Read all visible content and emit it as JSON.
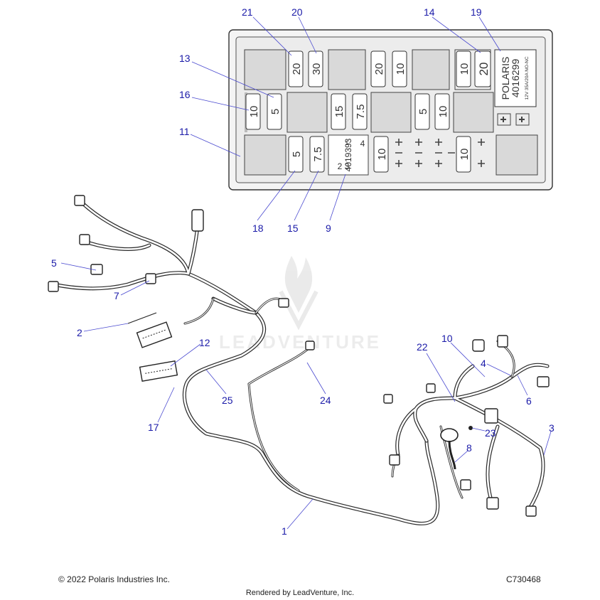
{
  "callouts": [
    {
      "id": "c21",
      "label": "21"
    },
    {
      "id": "c20",
      "label": "20"
    },
    {
      "id": "c14",
      "label": "14"
    },
    {
      "id": "c19",
      "label": "19"
    },
    {
      "id": "c13",
      "label": "13"
    },
    {
      "id": "c16",
      "label": "16"
    },
    {
      "id": "c11",
      "label": "11"
    },
    {
      "id": "c18",
      "label": "18"
    },
    {
      "id": "c15",
      "label": "15"
    },
    {
      "id": "c9",
      "label": "9"
    },
    {
      "id": "c5",
      "label": "5"
    },
    {
      "id": "c7",
      "label": "7"
    },
    {
      "id": "c2",
      "label": "2"
    },
    {
      "id": "c12",
      "label": "12"
    },
    {
      "id": "c25",
      "label": "25"
    },
    {
      "id": "c17",
      "label": "17"
    },
    {
      "id": "c24",
      "label": "24"
    },
    {
      "id": "c22",
      "label": "22"
    },
    {
      "id": "c10",
      "label": "10"
    },
    {
      "id": "c4",
      "label": "4"
    },
    {
      "id": "c6",
      "label": "6"
    },
    {
      "id": "c3",
      "label": "3"
    },
    {
      "id": "c23",
      "label": "23"
    },
    {
      "id": "c8",
      "label": "8"
    },
    {
      "id": "c1",
      "label": "1"
    }
  ],
  "fuse_box": {
    "fuses": [
      "20",
      "30",
      "20",
      "10",
      "10",
      "20",
      "10",
      "5",
      "15",
      "7.5",
      "5",
      "10",
      "5",
      "7.5",
      "10",
      "10"
    ],
    "relay_label": {
      "brand": "POLARIS",
      "part": "4016299",
      "spec": "12V 35A/20A NO-NC"
    },
    "box_label": {
      "part": "4019393",
      "n1": "1",
      "n2": "2",
      "n3": "3",
      "n4": "4"
    }
  },
  "watermark": {
    "text": "LEADVENTURE"
  },
  "footer": {
    "copyright": "© 2022 Polaris Industries Inc.",
    "code": "C730468",
    "rendered": "Rendered by LeadVenture, Inc."
  }
}
